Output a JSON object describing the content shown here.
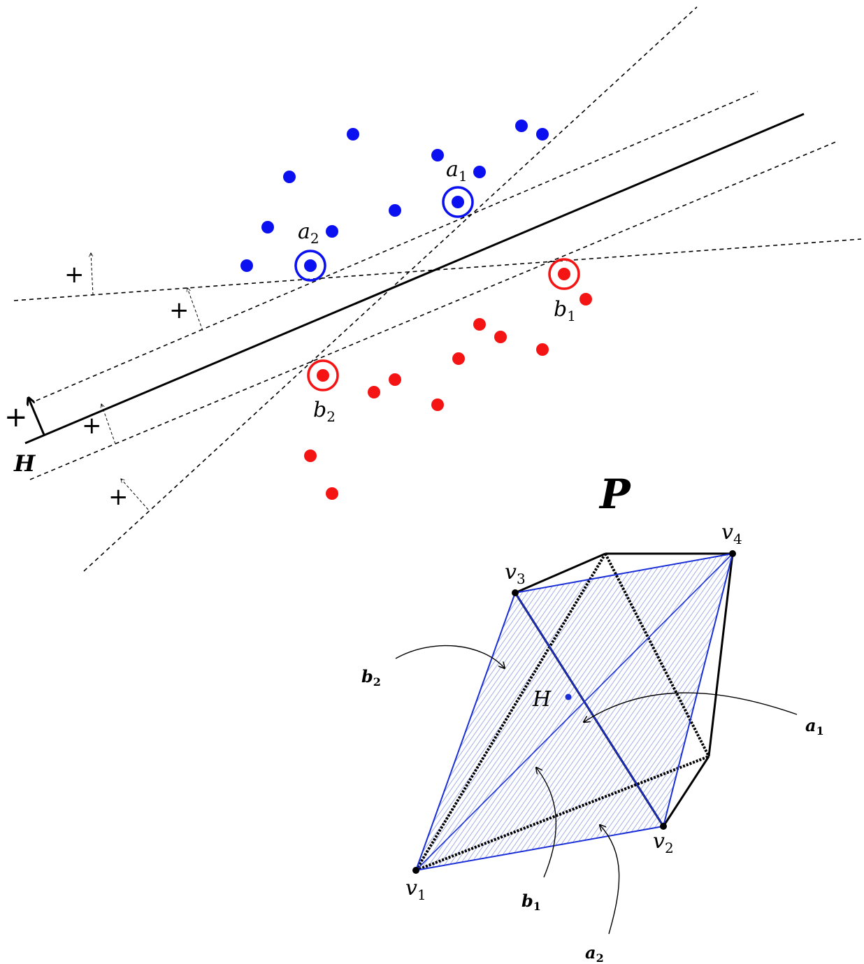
{
  "colors": {
    "class_a": "#0b10f0",
    "class_b": "#f51414",
    "hatch": "#8a98e8",
    "hatch_edge": "#1a2fd6",
    "ink": "#000000"
  },
  "top_panel": {
    "hyperplane_label": "H",
    "plus_signs": [
      "+",
      "+",
      "+",
      "+",
      "+"
    ],
    "support_points": {
      "a1": {
        "base": "a",
        "sub": "1"
      },
      "a2": {
        "base": "a",
        "sub": "2"
      },
      "b1": {
        "base": "b",
        "sub": "1"
      },
      "b2": {
        "base": "b",
        "sub": "2"
      }
    }
  },
  "bottom_panel": {
    "title": "P",
    "center_label": "H",
    "vertices": {
      "v1": {
        "base": "v",
        "sub": "1"
      },
      "v2": {
        "base": "v",
        "sub": "2"
      },
      "v3": {
        "base": "v",
        "sub": "3"
      },
      "v4": {
        "base": "v",
        "sub": "4"
      }
    },
    "facet_labels": {
      "a1": {
        "base": "a",
        "sub": "1"
      },
      "a2": {
        "base": "a",
        "sub": "2"
      },
      "b1": {
        "base": "b",
        "sub": "1"
      },
      "b2": {
        "base": "b",
        "sub": "2"
      }
    }
  }
}
